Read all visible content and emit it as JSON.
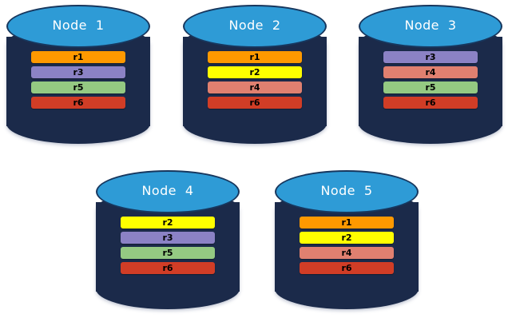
{
  "diagram": {
    "type": "database-replica-placement",
    "background_color": "#FFFFFF",
    "cylinder_body_color": "#1B2A4A",
    "cylinder_top_color": "#2E9BD6",
    "cylinder_top_border_color": "#17375E",
    "replica_colors": {
      "r1": "#FF9900",
      "r2": "#FFFF00",
      "r3": "#8B82C5",
      "r4": "#E08070",
      "r5": "#94C982",
      "r6": "#D13D26"
    },
    "nodes": [
      {
        "label": "Node  1",
        "replicas": [
          {
            "label": "r1",
            "color": "#FF9900"
          },
          {
            "label": "r3",
            "color": "#8B82C5"
          },
          {
            "label": "r5",
            "color": "#94C982"
          },
          {
            "label": "r6",
            "color": "#D13D26"
          }
        ]
      },
      {
        "label": "Node  2",
        "replicas": [
          {
            "label": "r1",
            "color": "#FF9900"
          },
          {
            "label": "r2",
            "color": "#FFFF00"
          },
          {
            "label": "r4",
            "color": "#E08070"
          },
          {
            "label": "r6",
            "color": "#D13D26"
          }
        ]
      },
      {
        "label": "Node  3",
        "replicas": [
          {
            "label": "r3",
            "color": "#8B82C5"
          },
          {
            "label": "r4",
            "color": "#E08070"
          },
          {
            "label": "r5",
            "color": "#94C982"
          },
          {
            "label": "r6",
            "color": "#D13D26"
          }
        ]
      },
      {
        "label": "Node  4",
        "replicas": [
          {
            "label": "r2",
            "color": "#FFFF00"
          },
          {
            "label": "r3",
            "color": "#8B82C5"
          },
          {
            "label": "r5",
            "color": "#94C982"
          },
          {
            "label": "r6",
            "color": "#D13D26"
          }
        ]
      },
      {
        "label": "Node  5",
        "replicas": [
          {
            "label": "r1",
            "color": "#FF9900"
          },
          {
            "label": "r2",
            "color": "#FFFF00"
          },
          {
            "label": "r4",
            "color": "#E08070"
          },
          {
            "label": "r6",
            "color": "#D13D26"
          }
        ]
      }
    ]
  }
}
